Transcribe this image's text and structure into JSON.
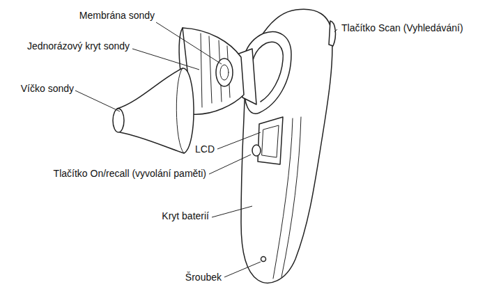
{
  "diagram": {
    "labels": [
      "Membrána sondy",
      "Tlačítko Scan (Vyhledávání)",
      "Jednorázový kryt sondy",
      "Víčko sondy",
      "LCD",
      "Tlačítko On/recall (vyvolání paměti)",
      "Kryt baterií",
      "Šroubek"
    ]
  }
}
